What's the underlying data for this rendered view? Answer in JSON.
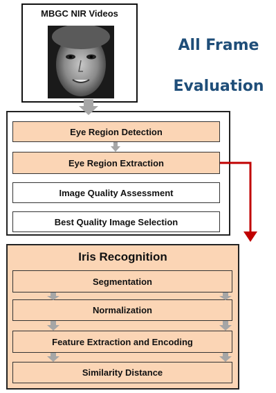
{
  "video": {
    "title": "MBGC NIR Videos",
    "image": "face-image"
  },
  "side_title": {
    "line1": "All Frame",
    "line2": "Evaluation",
    "color": "#1f4e79"
  },
  "preprocessing": {
    "steps": [
      {
        "label": "Eye Region  Detection",
        "fill": "peach"
      },
      {
        "label": "Eye Region  Extraction",
        "fill": "peach"
      },
      {
        "label": "Image Quality Assessment",
        "fill": "white"
      },
      {
        "label": "Best Quality Image Selection",
        "fill": "white"
      }
    ]
  },
  "iris_recognition": {
    "title": "Iris Recognition",
    "steps": [
      {
        "label": "Segmentation"
      },
      {
        "label": "Normalization"
      },
      {
        "label": "Feature Extraction and Encoding"
      },
      {
        "label": "Similarity  Distance"
      }
    ]
  },
  "colors": {
    "peach": "#fbd5b5",
    "connector_red": "#c00000",
    "arrow_gray": "#a6a6a6",
    "title_blue": "#1f4e79"
  }
}
